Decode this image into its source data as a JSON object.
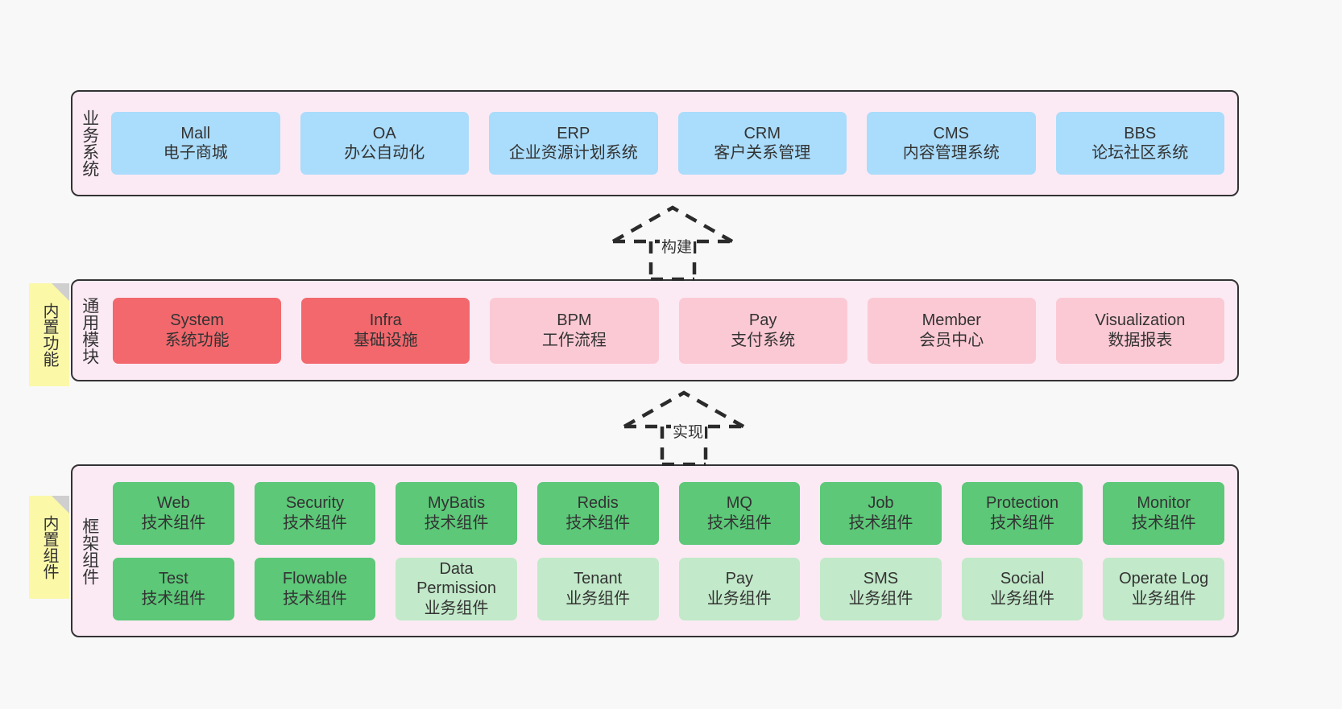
{
  "diagram": {
    "background_color": "#f8f8f8",
    "band_fill": "#fbeaf4",
    "band_border": "#333333"
  },
  "notes": [
    {
      "name": "builtin-functions",
      "text": "内置功能",
      "color": "#fbf8a8"
    },
    {
      "name": "builtin-components",
      "text": "内置组件",
      "color": "#fbf8a8"
    }
  ],
  "arrows": [
    {
      "name": "build-arrow",
      "label": "构建",
      "style": "dashed-hollow-triangle",
      "direction": "up"
    },
    {
      "name": "implement-arrow",
      "label": "实现",
      "style": "dashed-hollow-triangle",
      "direction": "up"
    }
  ],
  "bands": {
    "business": {
      "label": "业务系统",
      "color": "#aadcfb",
      "cards": [
        {
          "title": "Mall",
          "subtitle": "电子商城",
          "color": "#aadcfb"
        },
        {
          "title": "OA",
          "subtitle": "办公自动化",
          "color": "#aadcfb"
        },
        {
          "title": "ERP",
          "subtitle": "企业资源计划系统",
          "color": "#aadcfb"
        },
        {
          "title": "CRM",
          "subtitle": "客户关系管理",
          "color": "#aadcfb"
        },
        {
          "title": "CMS",
          "subtitle": "内容管理系统",
          "color": "#aadcfb"
        },
        {
          "title": "BBS",
          "subtitle": "论坛社区系统",
          "color": "#aadcfb"
        }
      ]
    },
    "modules": {
      "label": "通用模块",
      "cards": [
        {
          "title": "System",
          "subtitle": "系统功能",
          "color": "#f2686d"
        },
        {
          "title": "Infra",
          "subtitle": "基础设施",
          "color": "#f2686d"
        },
        {
          "title": "BPM",
          "subtitle": "工作流程",
          "color": "#fbc9d4"
        },
        {
          "title": "Pay",
          "subtitle": "支付系统",
          "color": "#fbc9d4"
        },
        {
          "title": "Member",
          "subtitle": "会员中心",
          "color": "#fbc9d4"
        },
        {
          "title": "Visualization",
          "subtitle": "数据报表",
          "color": "#fbc9d4"
        }
      ]
    },
    "framework": {
      "label": "框架组件",
      "row1": [
        {
          "title": "Web",
          "subtitle": "技术组件",
          "color": "#5cc878"
        },
        {
          "title": "Security",
          "subtitle": "技术组件",
          "color": "#5cc878"
        },
        {
          "title": "MyBatis",
          "subtitle": "技术组件",
          "color": "#5cc878"
        },
        {
          "title": "Redis",
          "subtitle": "技术组件",
          "color": "#5cc878"
        },
        {
          "title": "MQ",
          "subtitle": "技术组件",
          "color": "#5cc878"
        },
        {
          "title": "Job",
          "subtitle": "技术组件",
          "color": "#5cc878"
        },
        {
          "title": "Protection",
          "subtitle": "技术组件",
          "color": "#5cc878"
        },
        {
          "title": "Monitor",
          "subtitle": "技术组件",
          "color": "#5cc878"
        }
      ],
      "row2": [
        {
          "title": "Test",
          "subtitle": "技术组件",
          "color": "#5cc878"
        },
        {
          "title": "Flowable",
          "subtitle": "技术组件",
          "color": "#5cc878"
        },
        {
          "title": "Data",
          "title2": "Permission",
          "subtitle": "业务组件",
          "color": "#c2e9c9"
        },
        {
          "title": "Tenant",
          "subtitle": "业务组件",
          "color": "#c2e9c9"
        },
        {
          "title": "Pay",
          "subtitle": "业务组件",
          "color": "#c2e9c9"
        },
        {
          "title": "SMS",
          "subtitle": "业务组件",
          "color": "#c2e9c9"
        },
        {
          "title": "Social",
          "subtitle": "业务组件",
          "color": "#c2e9c9"
        },
        {
          "title": "Operate Log",
          "subtitle": "业务组件",
          "color": "#c2e9c9"
        }
      ]
    }
  }
}
